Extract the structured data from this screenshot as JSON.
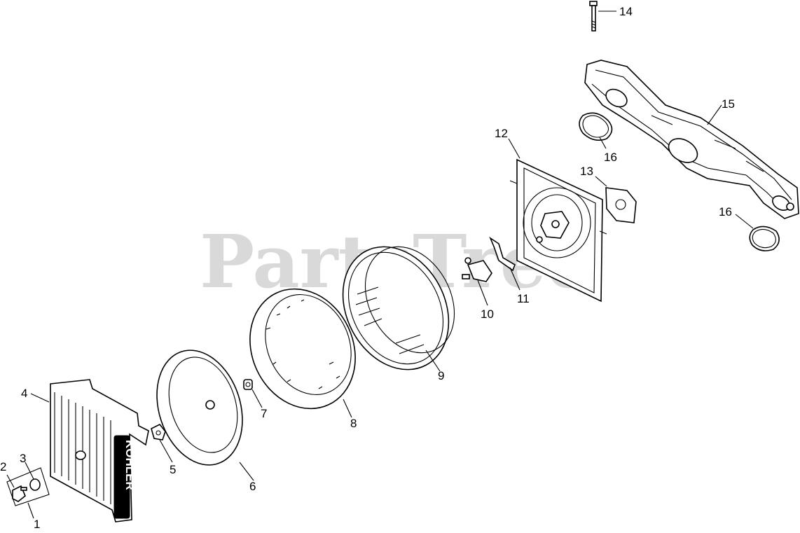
{
  "watermark": "PartsTree",
  "brand_text": "KOHLER",
  "callouts": {
    "c1": "1",
    "c2": "2",
    "c3": "3",
    "c4": "4",
    "c5": "5",
    "c6": "6",
    "c7": "7",
    "c8": "8",
    "c9": "9",
    "c10": "10",
    "c11": "11",
    "c12": "12",
    "c13": "13",
    "c14": "14",
    "c15": "15",
    "c16a": "16",
    "c16b": "16"
  },
  "colors": {
    "ink": "#000000",
    "watermark": "#d9d9d9",
    "paper": "#ffffff"
  }
}
